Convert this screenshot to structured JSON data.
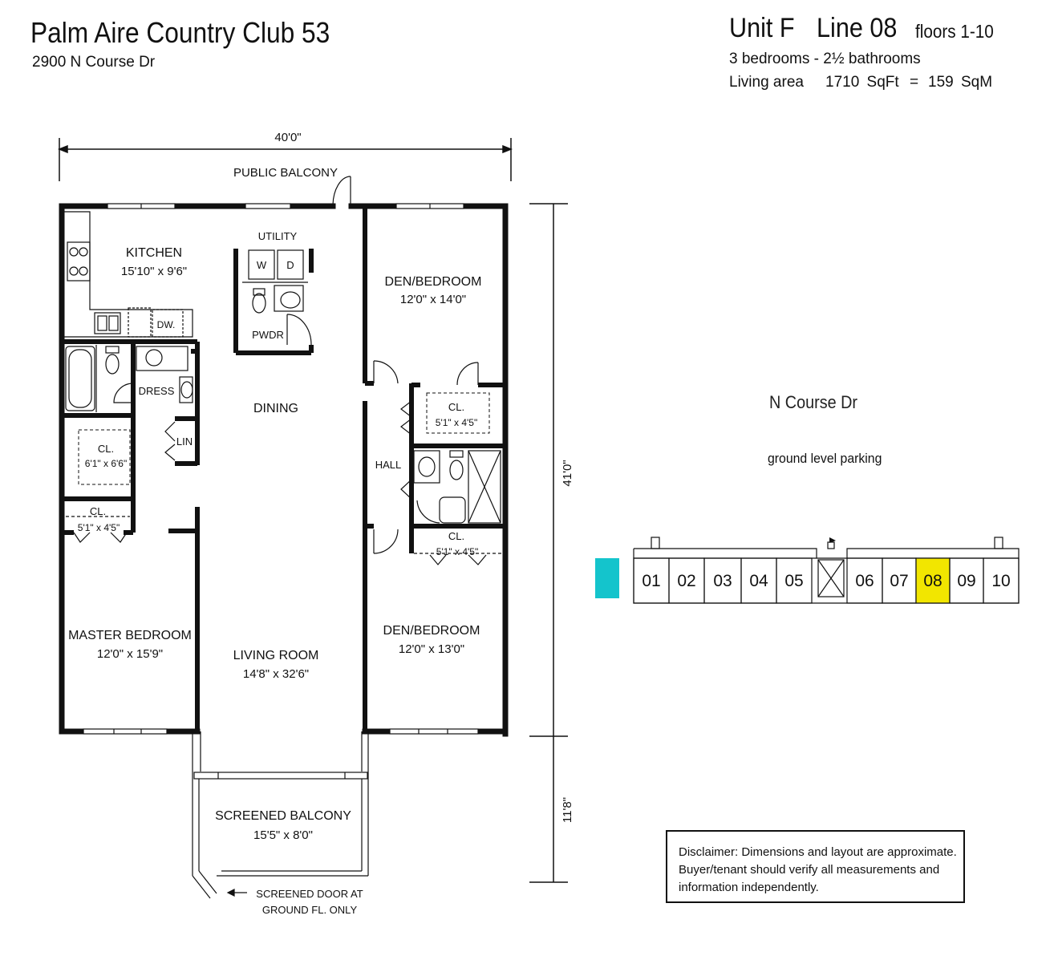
{
  "header": {
    "title": "Palm Aire Country Club 53",
    "address": "2900 N Course Dr"
  },
  "unit": {
    "unit_label": "Unit F",
    "line_label": "Line 08",
    "floors": "floors 1-10",
    "bed_bath": "3 bedrooms - 2½ bathrooms",
    "area_label": "Living area",
    "sqft": "1710 SqFt",
    "equals": "=",
    "sqm": "159 SqM"
  },
  "dimensions": {
    "width": "40'0\"",
    "depth": "41'0\"",
    "balcony_depth": "11'8\""
  },
  "rooms": {
    "public_balcony": "PUBLIC BALCONY",
    "kitchen": {
      "name": "KITCHEN",
      "size": "15'10\" x 9'6\""
    },
    "dw": "DW.",
    "utility": "UTILITY",
    "washer": "W",
    "dryer": "D",
    "pwdr": "PWDR",
    "dress": "DRESS",
    "lin": "LIN",
    "dining": "DINING",
    "hall": "HALL",
    "cl_master": {
      "name": "CL.",
      "size": "6'1\" x 6'6\""
    },
    "cl_small_left": {
      "name": "CL.",
      "size": "5'1\" x 4'5\""
    },
    "cl_upper_right": {
      "name": "CL.",
      "size": "5'1\" x 4'5\""
    },
    "cl_lower_right": {
      "name": "CL.",
      "size": "5'1\" x 4'5\""
    },
    "den_upper": {
      "name": "DEN/BEDROOM",
      "size": "12'0\" x 14'0\""
    },
    "den_lower": {
      "name": "DEN/BEDROOM",
      "size": "12'0\" x 13'0\""
    },
    "master": {
      "name": "MASTER BEDROOM",
      "size": "12'0\" x 15'9\""
    },
    "living": {
      "name": "LIVING ROOM",
      "size": "14'8\" x 32'6\""
    },
    "screened_balcony": {
      "name": "SCREENED BALCONY",
      "size": "15'5\" x 8'0\""
    },
    "screened_door_line1": "SCREENED DOOR AT",
    "screened_door_line2": "GROUND FL. ONLY"
  },
  "site": {
    "street": "N Course Dr",
    "parking": "ground level parking",
    "units": [
      "01",
      "02",
      "03",
      "04",
      "05",
      "06",
      "07",
      "08",
      "09",
      "10"
    ],
    "highlighted_unit": "08",
    "highlight_color": "#f2e600",
    "marker_color": "#14c4cc"
  },
  "disclaimer": {
    "line1": "Disclaimer: Dimensions and layout are approximate.",
    "line2": "Buyer/tenant should verify all measurements and",
    "line3": "information independently."
  }
}
